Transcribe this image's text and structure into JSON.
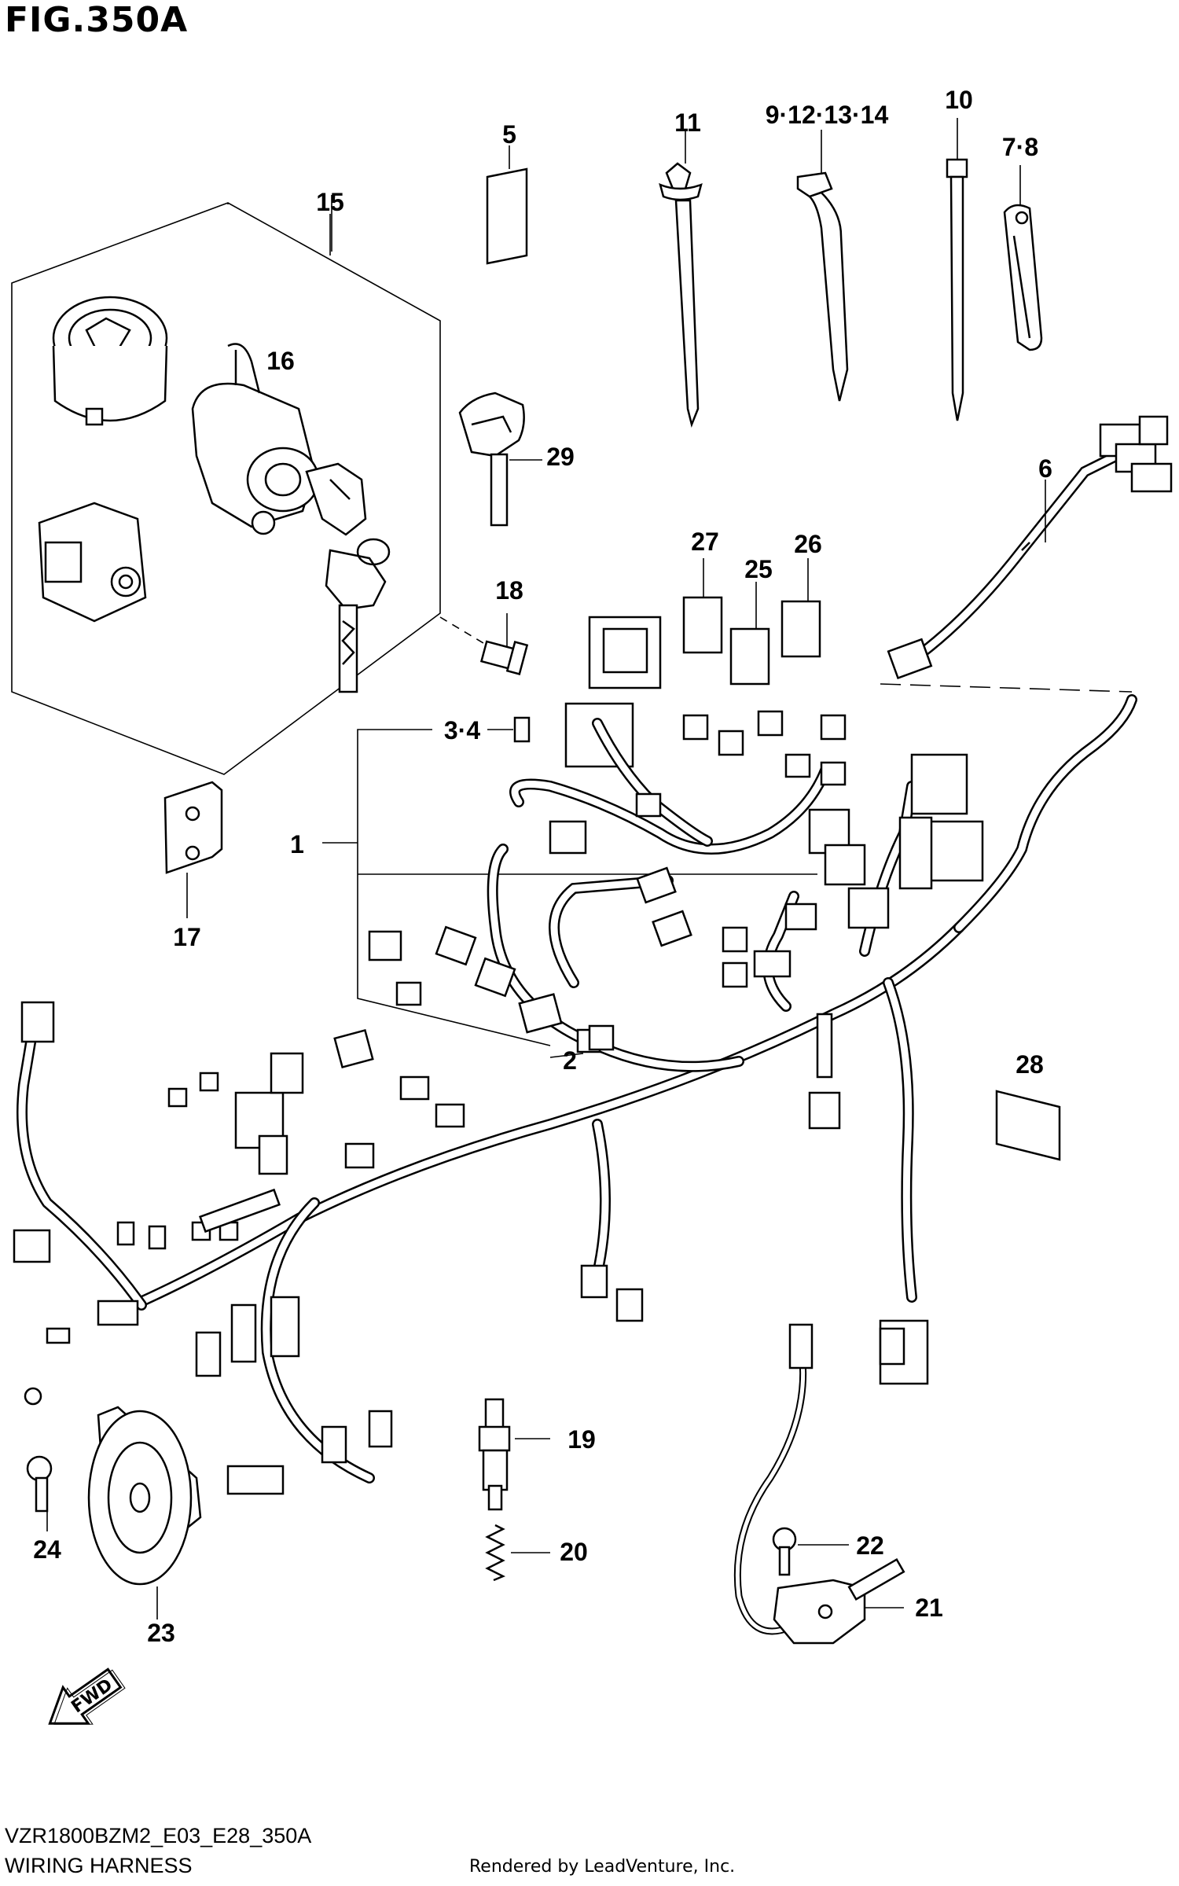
{
  "figure": {
    "title": "FIG.350A",
    "code": "VZR1800BZM2_E03_E28_350A",
    "name": "WIRING HARNESS",
    "credit": "Rendered by LeadVenture, Inc."
  },
  "callouts": [
    {
      "id": "c1",
      "text": "1"
    },
    {
      "id": "c2",
      "text": "2"
    },
    {
      "id": "c34",
      "text": "3·4"
    },
    {
      "id": "c5",
      "text": "5"
    },
    {
      "id": "c6",
      "text": "6"
    },
    {
      "id": "c78",
      "text": "7·8"
    },
    {
      "id": "c9",
      "text": "9·12·13·14"
    },
    {
      "id": "c10",
      "text": "10"
    },
    {
      "id": "c11",
      "text": "11"
    },
    {
      "id": "c15",
      "text": "15"
    },
    {
      "id": "c16",
      "text": "16"
    },
    {
      "id": "c17",
      "text": "17"
    },
    {
      "id": "c18",
      "text": "18"
    },
    {
      "id": "c19",
      "text": "19"
    },
    {
      "id": "c20",
      "text": "20"
    },
    {
      "id": "c21",
      "text": "21"
    },
    {
      "id": "c22",
      "text": "22"
    },
    {
      "id": "c23",
      "text": "23"
    },
    {
      "id": "c24",
      "text": "24"
    },
    {
      "id": "c25",
      "text": "25"
    },
    {
      "id": "c26",
      "text": "26"
    },
    {
      "id": "c27",
      "text": "27"
    },
    {
      "id": "c28",
      "text": "28"
    },
    {
      "id": "c29",
      "text": "29"
    }
  ],
  "fwd_label": "FWD",
  "icons": [
    "fwd-arrow-icon"
  ]
}
